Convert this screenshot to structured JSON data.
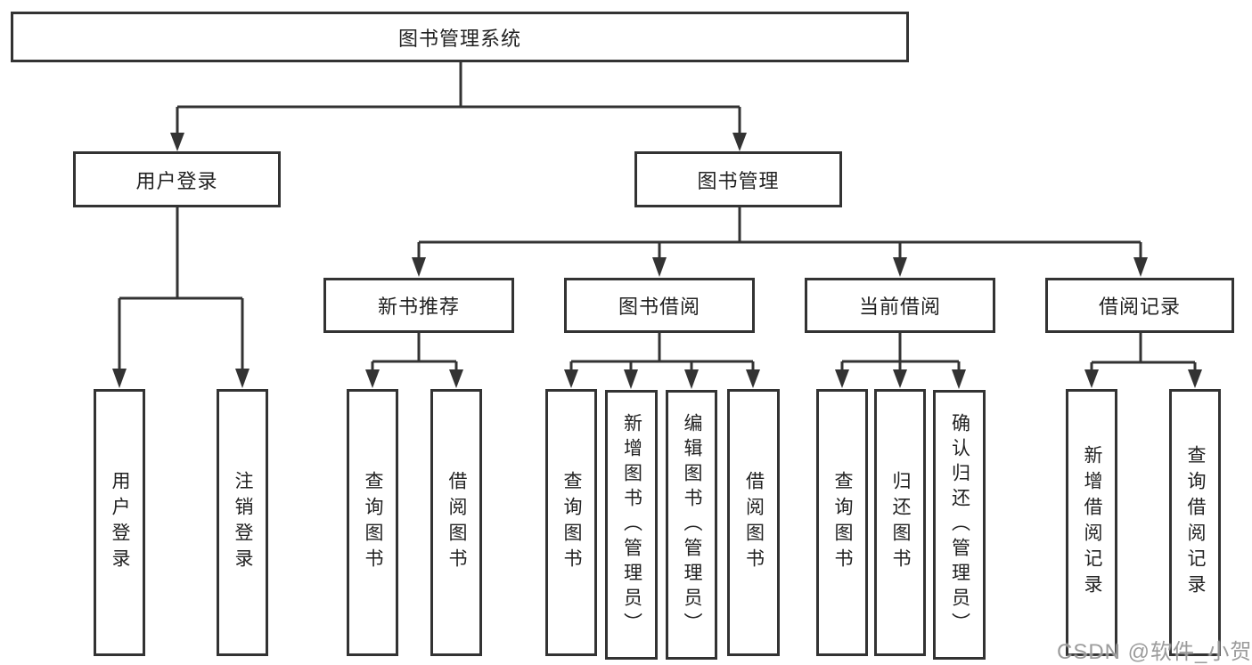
{
  "watermark": "CSDN @软件_小贺同学",
  "colors": {
    "line": "#333333",
    "text": "#222222",
    "watermark": "#949494",
    "background": "#ffffff"
  },
  "tree": {
    "root": "图书管理系统",
    "user_login": {
      "label": "用户登录",
      "children": [
        "用户登录",
        "注销登录"
      ]
    },
    "book_mgmt": {
      "label": "图书管理",
      "sections": {
        "new_book": {
          "label": "新书推荐",
          "children": [
            "查询图书",
            "借阅图书"
          ]
        },
        "borrow": {
          "label": "图书借阅",
          "children": [
            "查询图书",
            "新增图书（管理员）",
            "编辑图书（管理员）",
            "借阅图书"
          ]
        },
        "current": {
          "label": "当前借阅",
          "children": [
            "查询图书",
            "归还图书",
            "确认归还（管理员）"
          ]
        },
        "records": {
          "label": "借阅记录",
          "children": [
            "新增借阅记录",
            "查询借阅记录"
          ]
        }
      }
    }
  }
}
